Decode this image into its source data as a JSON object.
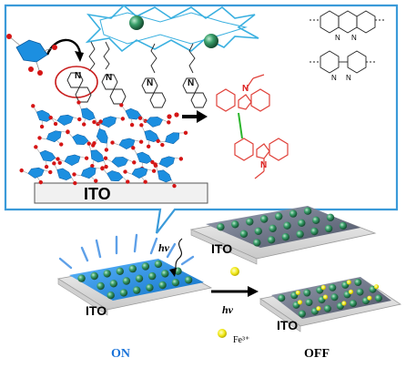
{
  "labels": {
    "ito_box": "ITO",
    "ito_top_plate": "ITO",
    "ito_on_plate": "ITO",
    "ito_off_plate": "ITO",
    "hv_incident": "hν",
    "hv_arrow": "hν",
    "on": "ON",
    "off": "OFF",
    "fe_ion": "Fe³⁺",
    "nitrogen": "N"
  },
  "colors": {
    "box_border": "#3a9ad9",
    "plate_blue": "#1c8fe0",
    "plate_gray": "#6b7385",
    "sphere_green": "#2f8f5e",
    "fe_yellow": "#f2ea1a",
    "carbazole_red": "#e0413a",
    "carbazole_linker": "#2bb52b",
    "on_text": "#1a73d9"
  }
}
